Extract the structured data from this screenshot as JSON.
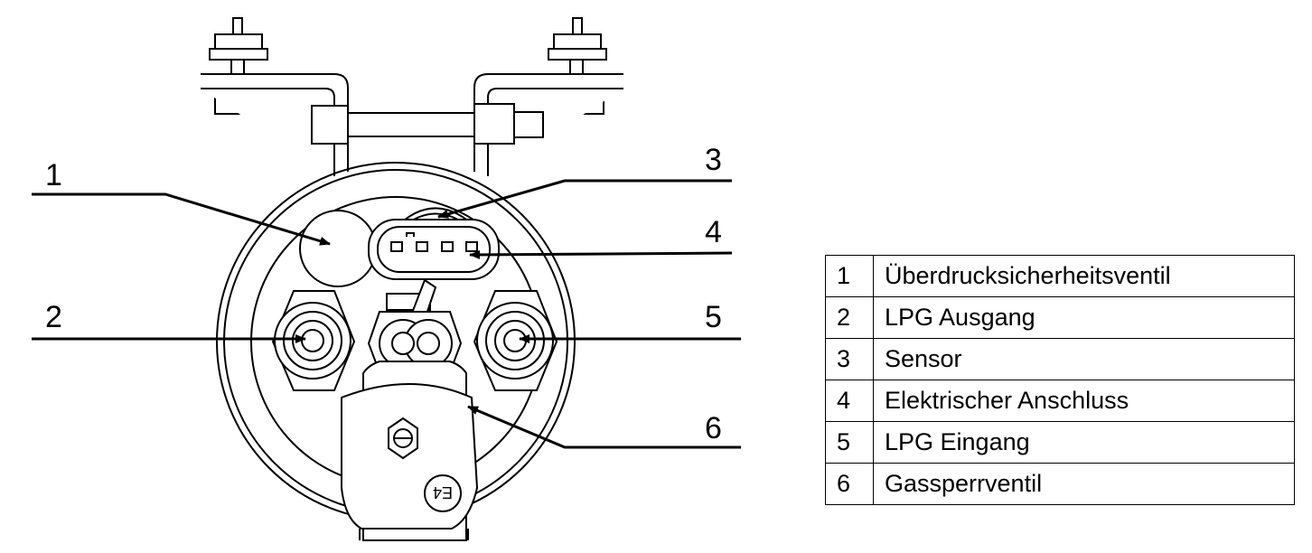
{
  "callouts": [
    {
      "number": "1"
    },
    {
      "number": "2"
    },
    {
      "number": "3"
    },
    {
      "number": "4"
    },
    {
      "number": "5"
    },
    {
      "number": "6"
    }
  ],
  "stamp_text": "E4",
  "legend": {
    "rows": [
      {
        "num": "1",
        "label": "Überdrucksicherheitsventil"
      },
      {
        "num": "2",
        "label": "LPG Ausgang"
      },
      {
        "num": "3",
        "label": "Sensor"
      },
      {
        "num": "4",
        "label": "Elektrischer Anschluss"
      },
      {
        "num": "5",
        "label": "LPG Eingang"
      },
      {
        "num": "6",
        "label": "Gassperrventil"
      }
    ]
  }
}
